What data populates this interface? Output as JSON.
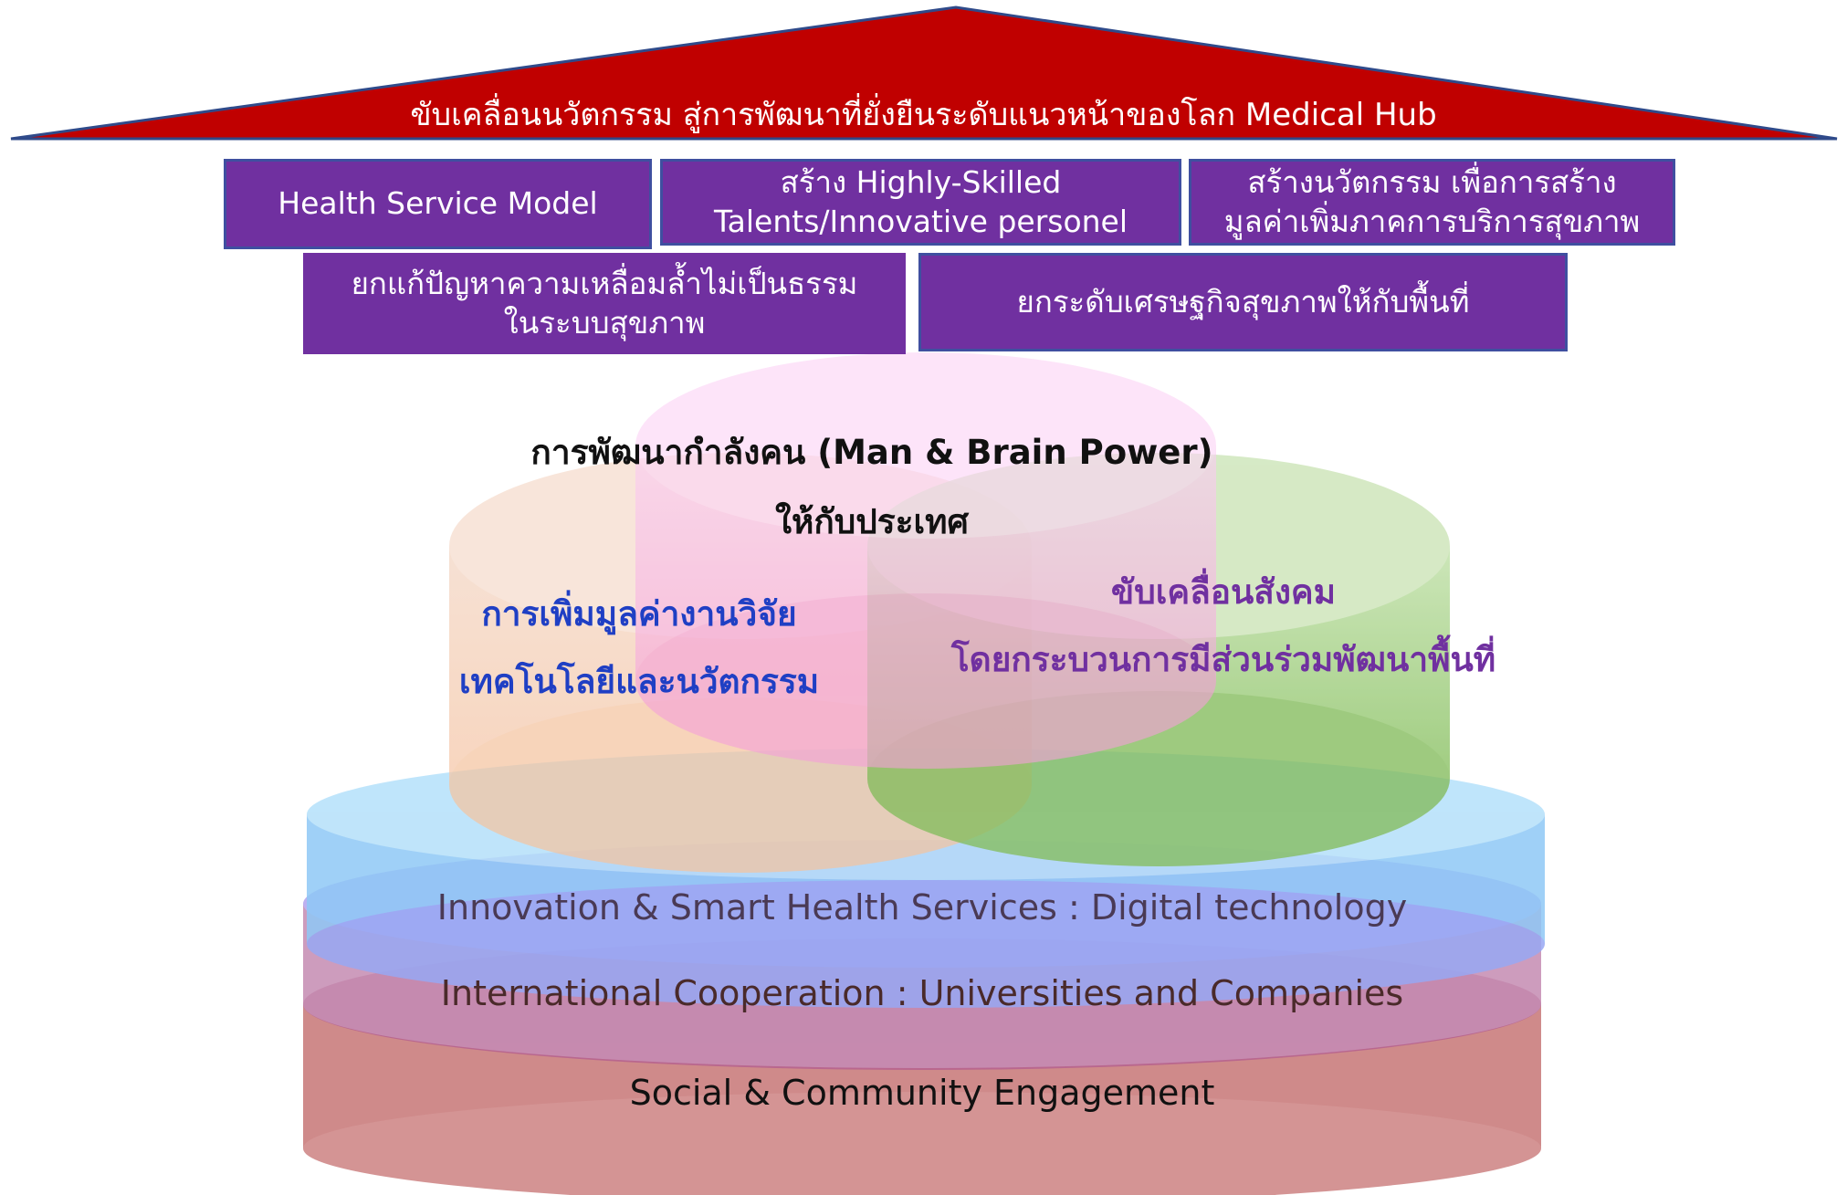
{
  "roof": {
    "label": "ขับเคลื่อนนวัตกรรม สู่การพัฒนาที่ยั่งยืนระดับแนวหน้าของโลก Medical Hub",
    "fill": "#c00000"
  },
  "goals": {
    "row1": [
      {
        "lines": [
          "Health Service Model"
        ]
      },
      {
        "lines": [
          "สร้าง Highly-Skilled",
          "Talents/Innovative personel"
        ]
      },
      {
        "lines": [
          "สร้างนวัตกรรม เพื่อการสร้าง",
          "มูลค่าเพิ่มภาคการบริการสุขภาพ"
        ]
      }
    ],
    "row2": [
      {
        "lines": [
          "ยกแก้ปัญหาความเหลื่อมล้ำไม่เป็นธรรม",
          "ในระบบสุขภาพ"
        ]
      },
      {
        "lines": [
          "ยกระดับเศรษฐกิจสุขภาพให้กับพื้นที่"
        ]
      }
    ],
    "fill": "#7030a0"
  },
  "pillars": {
    "top": {
      "lines": [
        "การพัฒนากำลังคน (Man & Brain Power)",
        "ให้กับประเทศ"
      ],
      "color": "#111111",
      "fill": "#f8b8f0"
    },
    "left": {
      "lines": [
        "การเพิ่มมูลค่างานวิจัย",
        "เทคโนโลยีและนวัตกรรม"
      ],
      "color": "#1f3fc4",
      "fill": "#f6c9a6"
    },
    "right": {
      "lines": [
        "ขับเคลื่อนสังคม",
        "โดยกระบวนการมีส่วนร่วมพัฒนาพื้นที่"
      ],
      "color": "#7030a0",
      "fill": "#8cc068"
    }
  },
  "foundation": {
    "layers": [
      {
        "label": "Innovation & Smart Health Services : Digital technology",
        "color": "#4a3a55",
        "fill": "#7cc4f4"
      },
      {
        "label": "International Cooperation : Universities and Companies",
        "color": "#4a2a2a",
        "fill": "#b690e0"
      },
      {
        "label": "Social & Community Engagement",
        "color": "#111111",
        "fill": "#c87070"
      }
    ]
  }
}
